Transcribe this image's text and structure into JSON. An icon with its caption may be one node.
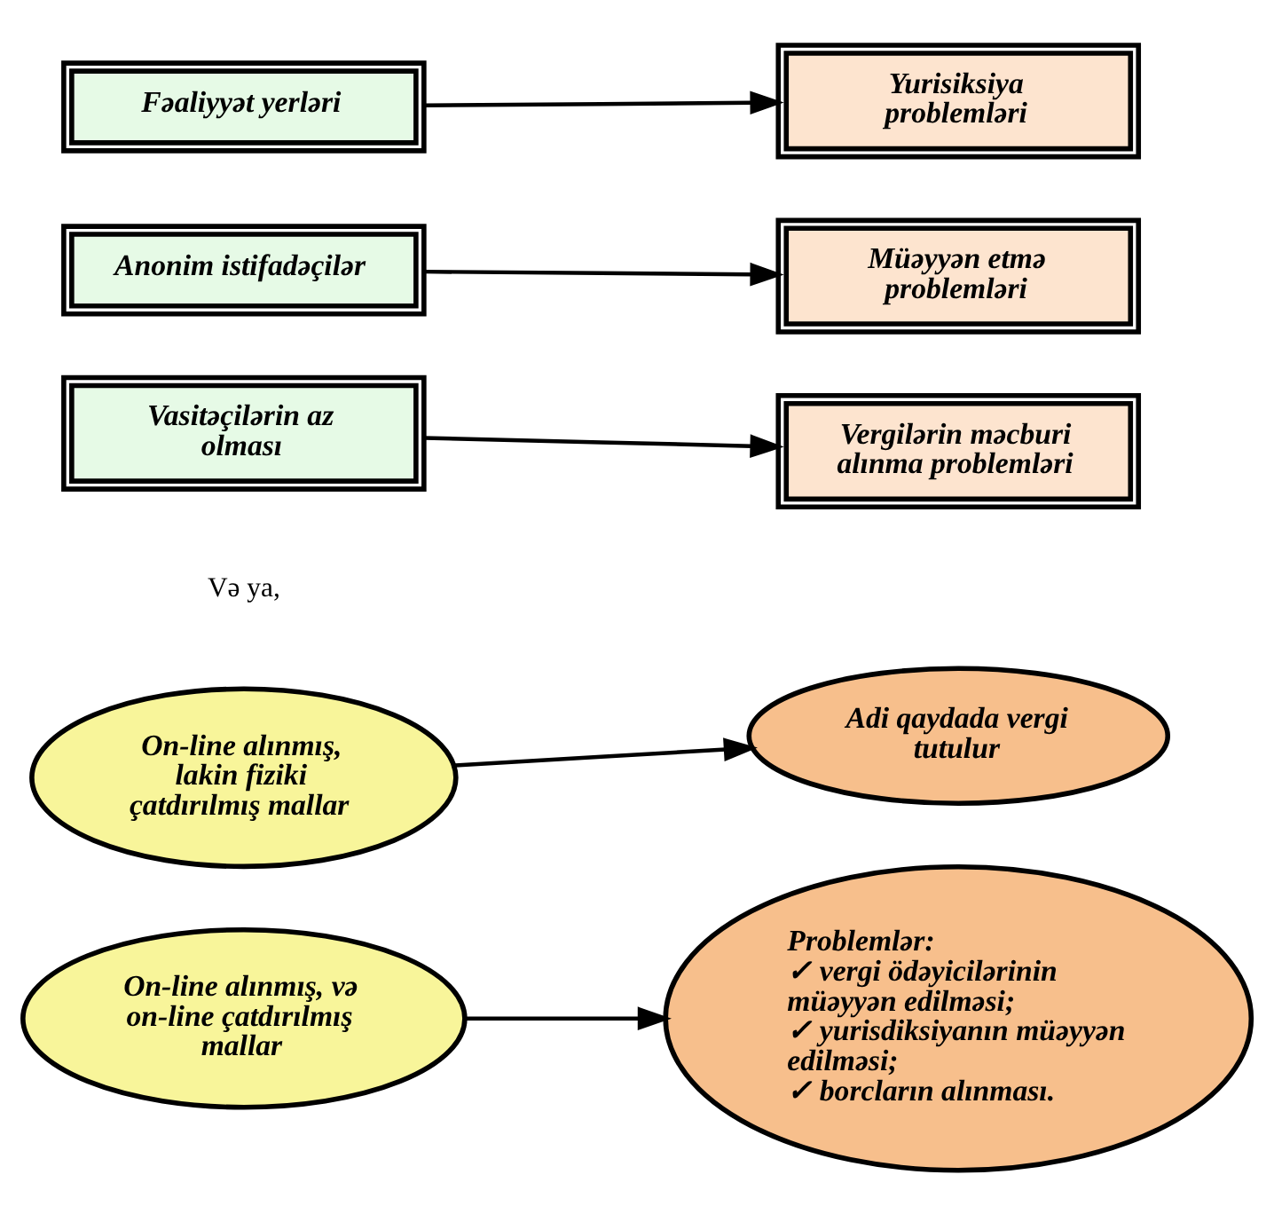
{
  "diagram": {
    "nodes": [
      {
        "text": [
          "Fəaliyyət yerləri"
        ]
      },
      {
        "text": [
          "Yurisiksiya problemləri"
        ]
      },
      {
        "text": [
          "Anonim istifadəçilər"
        ]
      },
      {
        "text": [
          "Müəyyən etmə problemləri"
        ]
      },
      {
        "text": [
          "Vasitəçilərin az olması"
        ]
      },
      {
        "text": [
          "Vergilərin məcburi alınma problemləri"
        ]
      },
      {
        "text": [
          "On-line alınmış, lakin fiziki çatdırılmış mallar"
        ]
      },
      {
        "text": [
          "Adi qaydada vergi tutulur"
        ]
      },
      {
        "text": [
          "On-line alınmış, və on-line çatdırılmış mallar"
        ]
      },
      {
        "text": [
          "Problemlər:",
          "✓ vergi ödəyicilərinin müəyyən edilməsi;",
          "✓ yurisdiksiyanın müəyyən edilməsi;",
          "✓ borcların alınması."
        ]
      }
    ],
    "edges": [
      {
        "from": 0,
        "to": 1,
        "arrow": "to"
      },
      {
        "from": 2,
        "to": 3,
        "arrow": "to"
      },
      {
        "from": 4,
        "to": 5,
        "arrow": "to"
      },
      {
        "from": 6,
        "to": 7,
        "arrow": "to"
      },
      {
        "from": 8,
        "to": 9,
        "arrow": "to"
      }
    ],
    "labels": [
      "Və ya,"
    ]
  }
}
